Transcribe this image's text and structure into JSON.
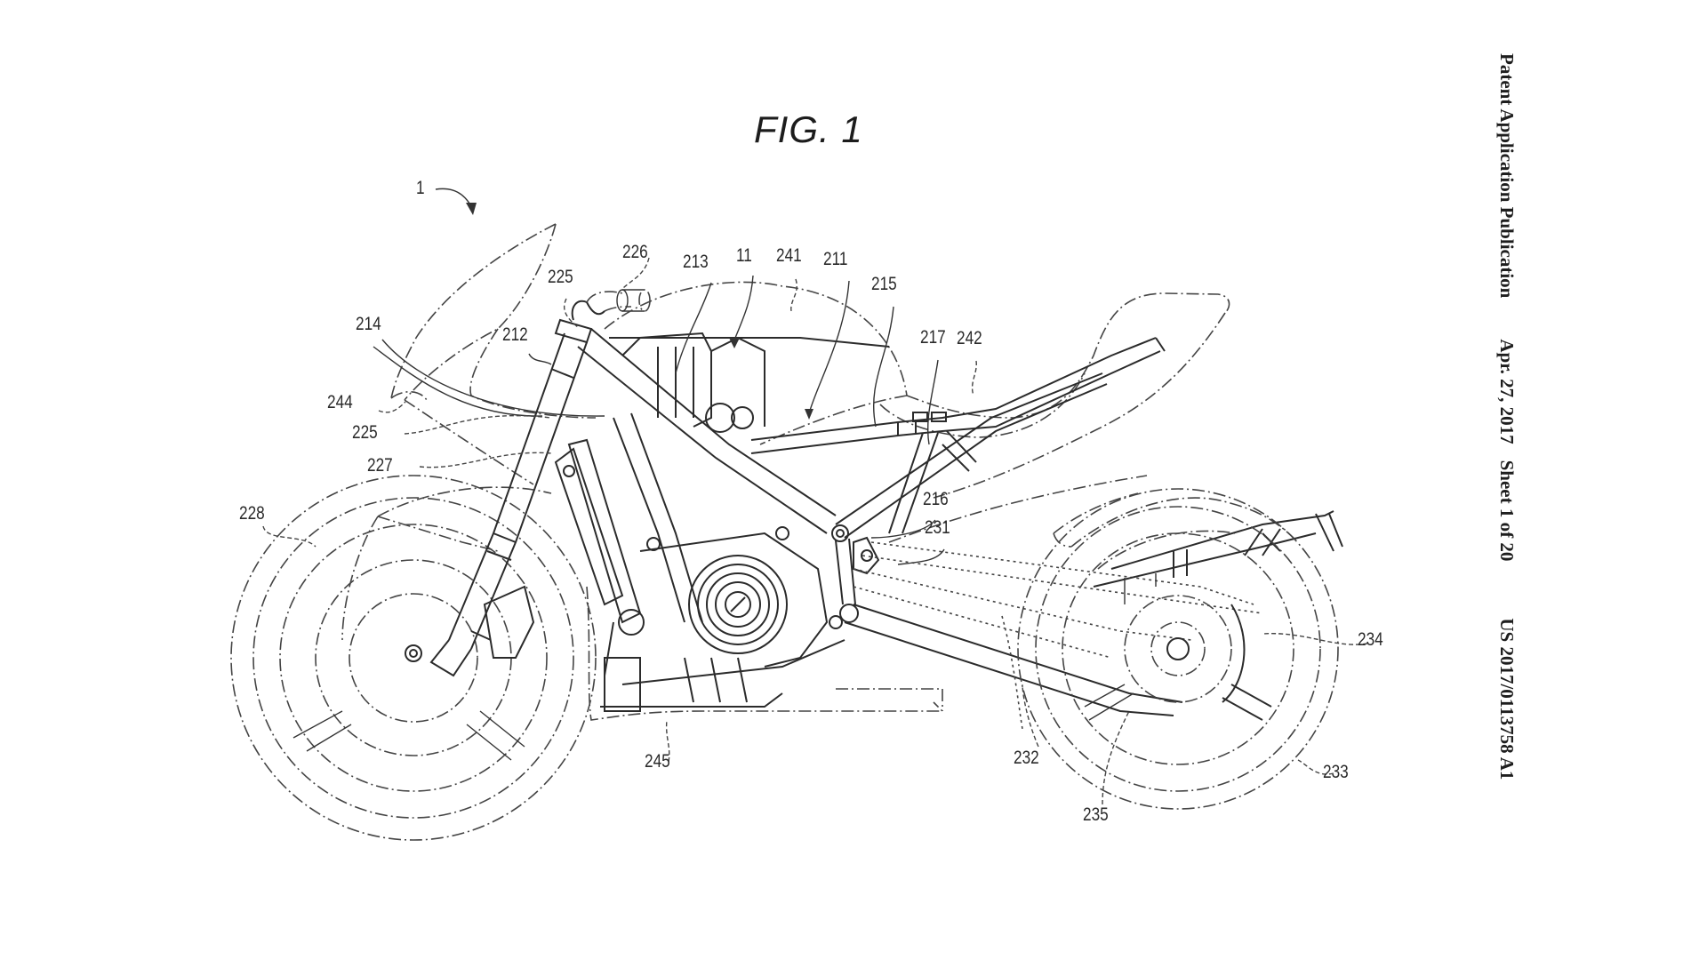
{
  "figure": {
    "title": "FIG. 1",
    "subject": "motorcycle side view patent drawing"
  },
  "header": {
    "publication_type": "Patent Application Publication",
    "date": "Apr. 27, 2017",
    "sheet": "Sheet 1 of 20",
    "publication_number": "US 2017/0113758 A1"
  },
  "reference_numerals": [
    {
      "id": "r1",
      "label": "1",
      "meaning": "motorcycle"
    },
    {
      "id": "r11",
      "label": "11"
    },
    {
      "id": "r211",
      "label": "211"
    },
    {
      "id": "r212",
      "label": "212"
    },
    {
      "id": "r213",
      "label": "213"
    },
    {
      "id": "r214",
      "label": "214"
    },
    {
      "id": "r215",
      "label": "215"
    },
    {
      "id": "r216",
      "label": "216"
    },
    {
      "id": "r217",
      "label": "217"
    },
    {
      "id": "r225a",
      "label": "225"
    },
    {
      "id": "r225b",
      "label": "225"
    },
    {
      "id": "r226",
      "label": "226"
    },
    {
      "id": "r227",
      "label": "227"
    },
    {
      "id": "r228",
      "label": "228"
    },
    {
      "id": "r231",
      "label": "231"
    },
    {
      "id": "r232",
      "label": "232"
    },
    {
      "id": "r233",
      "label": "233"
    },
    {
      "id": "r234",
      "label": "234"
    },
    {
      "id": "r235",
      "label": "235"
    },
    {
      "id": "r241",
      "label": "241"
    },
    {
      "id": "r242",
      "label": "242"
    },
    {
      "id": "r244",
      "label": "244"
    },
    {
      "id": "r245",
      "label": "245"
    }
  ]
}
